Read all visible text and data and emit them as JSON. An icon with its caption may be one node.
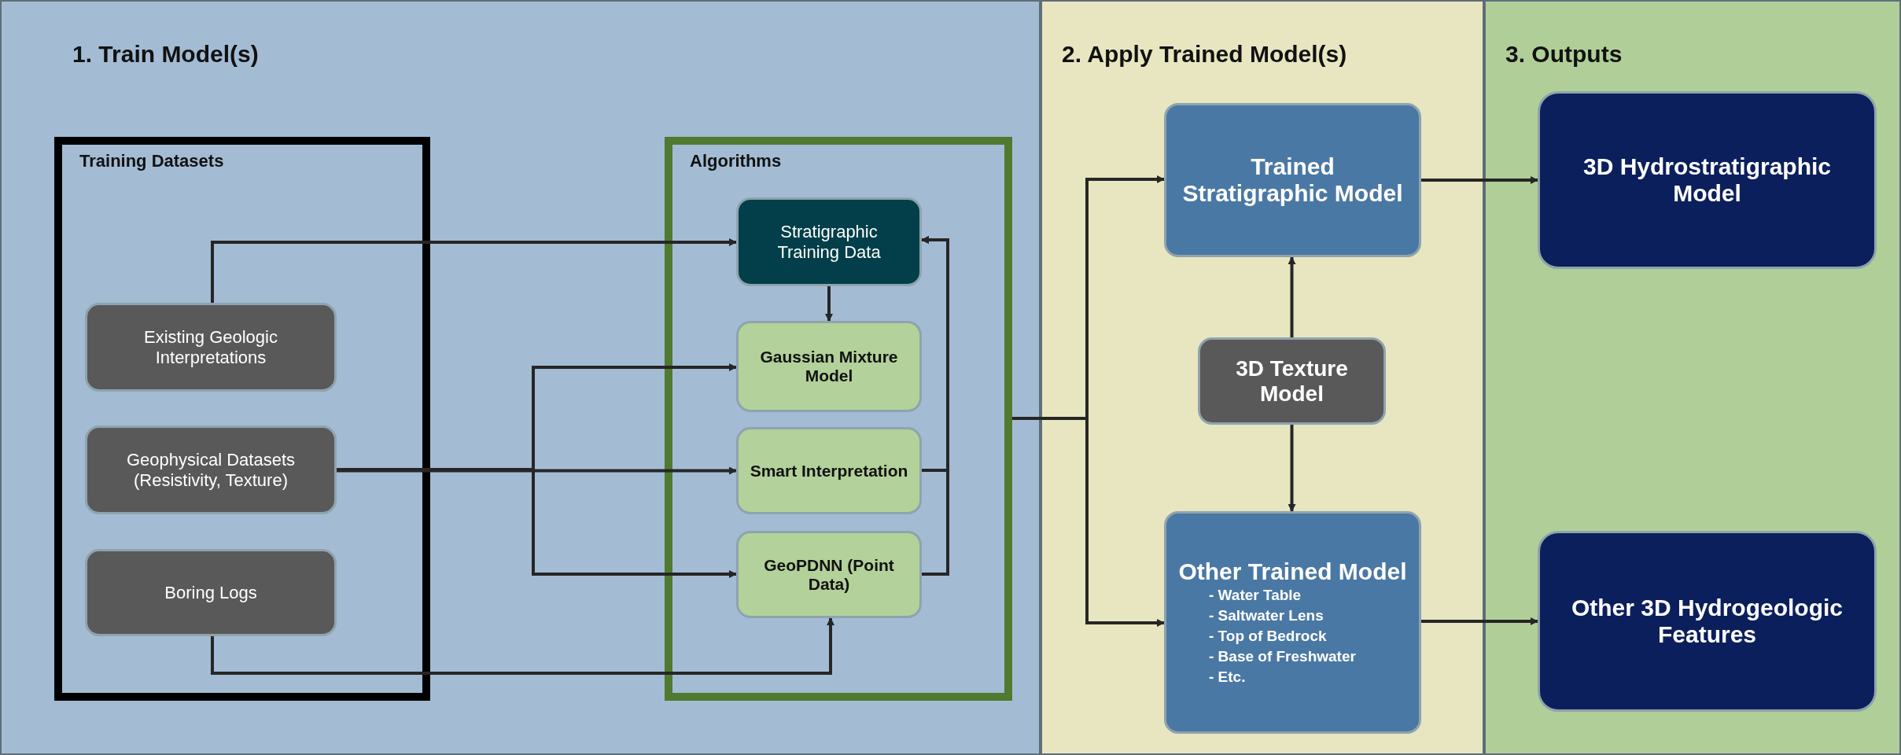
{
  "diagram": {
    "nodes": [
      {
        "text": [
          "1. Train Model(s)"
        ]
      },
      {
        "text": [
          "Training Datasets"
        ],
        "in": 0
      },
      {
        "text": [
          "Existing Geologic Interpretations"
        ],
        "in": 1
      },
      {
        "text": [
          "Geophysical Datasets (Resistivity, Texture)"
        ],
        "in": 1
      },
      {
        "text": [
          "Boring Logs"
        ],
        "in": 1
      },
      {
        "text": [
          "Algorithms"
        ],
        "in": 0
      },
      {
        "text": [
          "Stratigraphic Training Data"
        ],
        "in": 5
      },
      {
        "text": [
          "Gaussian Mixture Model"
        ],
        "in": 5
      },
      {
        "text": [
          "Smart Interpretation"
        ],
        "in": 5
      },
      {
        "text": [
          "GeoPDNN (Point Data)"
        ],
        "in": 5
      },
      {
        "text": [
          "2. Apply Trained Model(s)"
        ]
      },
      {
        "text": [
          "Trained Stratigraphic Model"
        ],
        "in": 10
      },
      {
        "text": [
          "3D Texture Model"
        ],
        "in": 10
      },
      {
        "text": [
          "Other Trained Model",
          "- Water Table",
          "- Saltwater Lens",
          "- Top of Bedrock",
          "- Base of Freshwater",
          "- Etc."
        ],
        "in": 10
      },
      {
        "text": [
          "3. Outputs"
        ]
      },
      {
        "text": [
          "3D Hydrostratigraphic Model"
        ],
        "in": 14
      },
      {
        "text": [
          "Other 3D Hydrogeologic Features"
        ],
        "in": 14
      }
    ],
    "edges": [
      {
        "from": 2,
        "to": 6,
        "arrow": "to"
      },
      {
        "from": 6,
        "to": 7,
        "arrow": "to"
      },
      {
        "from": 3,
        "to": 7,
        "arrow": "to"
      },
      {
        "from": 3,
        "to": 8,
        "arrow": "to"
      },
      {
        "from": 3,
        "to": 9,
        "arrow": "to"
      },
      {
        "from": 4,
        "to": 9,
        "arrow": "to"
      },
      {
        "from": 8,
        "to": 6,
        "arrow": "to"
      },
      {
        "from": 9,
        "to": 6,
        "arrow": "to"
      },
      {
        "from": 5,
        "to": 11,
        "arrow": "to"
      },
      {
        "from": 5,
        "to": 13,
        "arrow": "to"
      },
      {
        "from": 12,
        "to": 11,
        "arrow": "to"
      },
      {
        "from": 12,
        "to": 13,
        "arrow": "to"
      },
      {
        "from": 11,
        "to": 15,
        "arrow": "to"
      },
      {
        "from": 13,
        "to": 16,
        "arrow": "to"
      }
    ]
  }
}
